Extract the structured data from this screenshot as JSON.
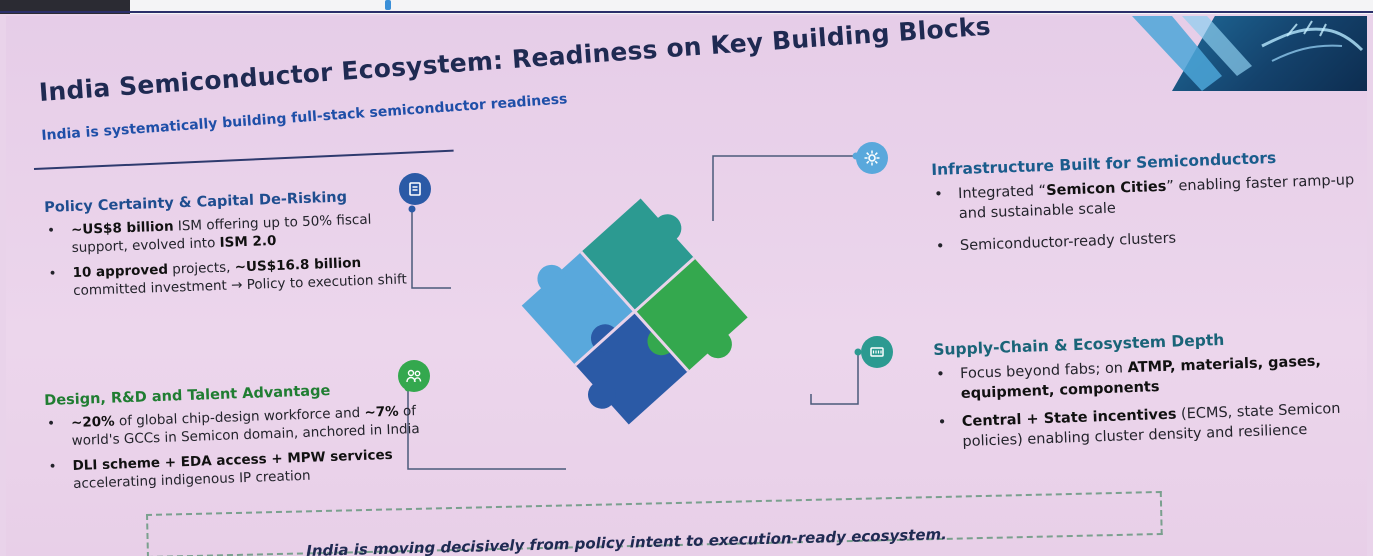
{
  "title": "India Semiconductor Ecosystem: Readiness on Key Building Blocks",
  "subtitle": "India is systematically building full-stack semiconductor readiness",
  "policy": {
    "heading": "Policy Certainty & Capital De-Risking",
    "b1": {
      "strong": "~US$8 billion",
      "rest1": " ISM offering up to 50% fiscal support, evolved into ",
      "strong2": "ISM 2.0"
    },
    "b2": {
      "strong": "10 approved",
      "rest1": " projects, ",
      "strong2": "~US$16.8 billion",
      "rest2": " committed investment → Policy to execution shift"
    }
  },
  "design": {
    "heading": "Design, R&D and Talent Advantage",
    "b1": {
      "strong": "~20%",
      "rest1": " of global chip-design workforce and ",
      "strong2": "~7%",
      "rest2": " of world's GCCs in Semicon domain, anchored in India"
    },
    "b2": {
      "strong": "DLI scheme + EDA access + MPW services",
      "rest1": " accelerating indigenous IP creation"
    }
  },
  "infra": {
    "heading": "Infrastructure Built for Semiconductors",
    "b1": {
      "rest0": "Integrated “",
      "strong": "Semicon Cities",
      "rest1": "” enabling faster ramp-up and sustainable scale"
    },
    "b2": {
      "rest1": "Semiconductor-ready clusters"
    }
  },
  "supply": {
    "heading": "Supply-Chain & Ecosystem Depth",
    "b1": {
      "rest0": "Focus beyond fabs; on ",
      "strong": "ATMP, materials, gases, equipment, components"
    },
    "b2": {
      "strong": "Central + State incentives",
      "rest1": " (ECMS, state Semicon policies) enabling cluster density and resilience"
    }
  },
  "footer": "India is moving decisively from policy intent to execution-ready ecosystem.",
  "colors": {
    "puzzle_dark_blue": "#2b5aa6",
    "puzzle_light_blue": "#59a8dc",
    "puzzle_teal": "#2c9a91",
    "puzzle_green": "#34a84e",
    "icon_blue": "#2b5aa6",
    "icon_light_blue": "#59a8dc",
    "icon_teal": "#2c9a91",
    "icon_green": "#34a84e"
  },
  "icons": [
    "document-icon",
    "gear-icon",
    "people-icon",
    "chip-icon"
  ]
}
